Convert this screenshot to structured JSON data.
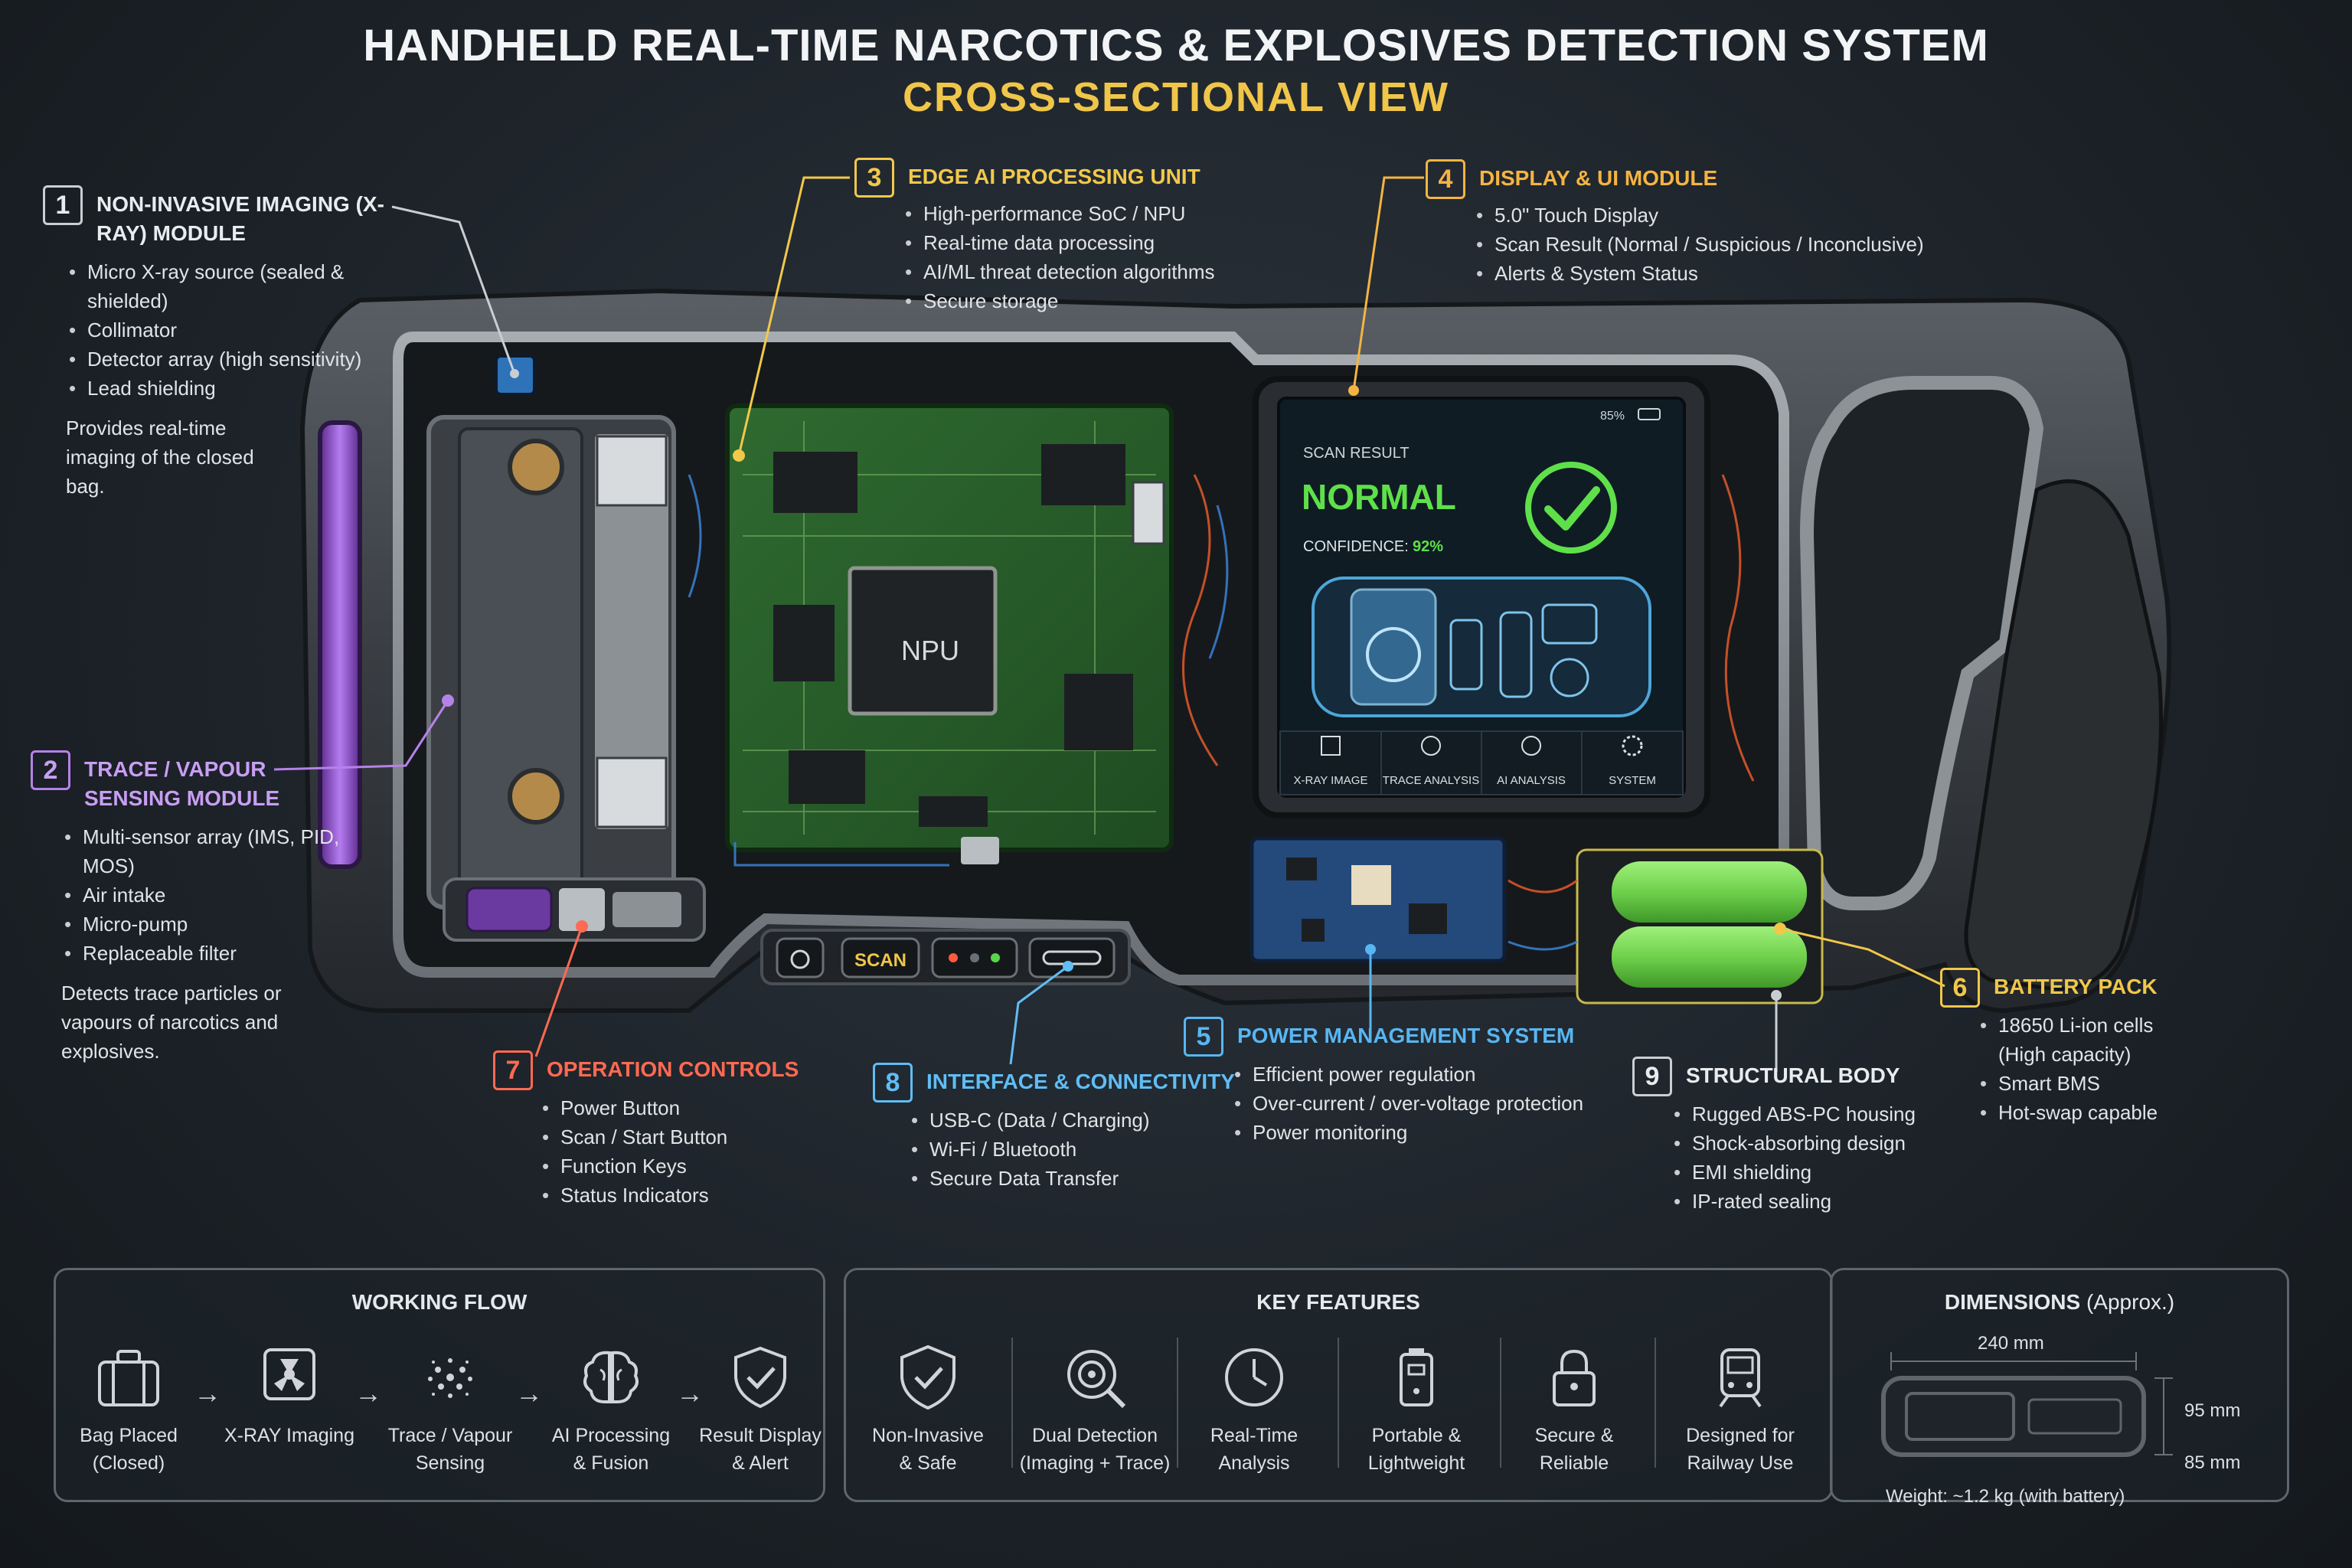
{
  "title": "HANDHELD REAL-TIME NARCOTICS & EXPLOSIVES DETECTION SYSTEM",
  "subtitle": "CROSS-SECTIONAL VIEW",
  "callouts": {
    "c1": {
      "num": "1",
      "title": "NON-INVASIVE IMAGING (X-RAY) MODULE",
      "items": [
        "Micro X-ray source (sealed & shielded)",
        "Collimator",
        "Detector array (high sensitivity)",
        "Lead shielding"
      ],
      "desc": "Provides real-time imaging of the closed bag."
    },
    "c2": {
      "num": "2",
      "title": "TRACE / VAPOUR SENSING MODULE",
      "items": [
        "Multi-sensor array (IMS, PID, MOS)",
        "Air intake",
        "Micro-pump",
        "Replaceable filter"
      ],
      "desc": "Detects trace particles or vapours of narcotics and explosives."
    },
    "c3": {
      "num": "3",
      "title": "EDGE AI PROCESSING UNIT",
      "items": [
        "High-performance SoC / NPU",
        "Real-time data processing",
        "AI/ML threat detection algorithms",
        "Secure storage"
      ]
    },
    "c4": {
      "num": "4",
      "title": "DISPLAY & UI MODULE",
      "items": [
        "5.0\" Touch Display",
        "Scan Result (Normal / Suspicious / Inconclusive)",
        "Alerts & System Status"
      ]
    },
    "c5": {
      "num": "5",
      "title": "POWER MANAGEMENT SYSTEM",
      "items": [
        "Efficient power regulation",
        "Over-current / over-voltage protection",
        "Power monitoring"
      ]
    },
    "c6": {
      "num": "6",
      "title": "BATTERY PACK",
      "items": [
        "18650 Li-ion cells (High capacity)",
        "Smart BMS",
        "Hot-swap capable"
      ]
    },
    "c7": {
      "num": "7",
      "title": "OPERATION CONTROLS",
      "items": [
        "Power Button",
        "Scan / Start Button",
        "Function Keys",
        "Status Indicators"
      ]
    },
    "c8": {
      "num": "8",
      "title": "INTERFACE & CONNECTIVITY",
      "items": [
        "USB-C (Data / Charging)",
        "Wi-Fi / Bluetooth",
        "Secure Data Transfer"
      ]
    },
    "c9": {
      "num": "9",
      "title": "STRUCTURAL BODY",
      "items": [
        "Rugged ABS-PC housing",
        "Shock-absorbing design",
        "EMI shielding",
        "IP-rated sealing"
      ]
    }
  },
  "device": {
    "chip_label": "NPU",
    "scan_button_label": "SCAN",
    "screen": {
      "battery": "85%",
      "scan_result_label": "SCAN RESULT",
      "result": "NORMAL",
      "confidence_label": "CONFIDENCE:",
      "confidence_value": "92%",
      "tabs": [
        "X-RAY IMAGE",
        "TRACE ANALYSIS",
        "AI ANALYSIS",
        "SYSTEM"
      ]
    }
  },
  "working_flow": {
    "title": "WORKING FLOW",
    "steps": [
      {
        "l1": "Bag Placed",
        "l2": "(Closed)",
        "icon": "suitcase-icon"
      },
      {
        "l1": "X-RAY Imaging",
        "l2": "",
        "icon": "xray-fan-icon"
      },
      {
        "l1": "Trace / Vapour",
        "l2": "Sensing",
        "icon": "particles-icon"
      },
      {
        "l1": "AI Processing",
        "l2": "& Fusion",
        "icon": "brain-icon"
      },
      {
        "l1": "Result Display",
        "l2": "& Alert",
        "icon": "shield-check-icon"
      }
    ]
  },
  "key_features": {
    "title": "KEY FEATURES",
    "items": [
      {
        "l1": "Non-Invasive",
        "l2": "& Safe",
        "icon": "shield-check-icon"
      },
      {
        "l1": "Dual Detection",
        "l2": "(Imaging + Trace)",
        "icon": "target-search-icon"
      },
      {
        "l1": "Real-Time",
        "l2": "Analysis",
        "icon": "clock-icon"
      },
      {
        "l1": "Portable &",
        "l2": "Lightweight",
        "icon": "portable-device-icon"
      },
      {
        "l1": "Secure &",
        "l2": "Reliable",
        "icon": "lock-icon"
      },
      {
        "l1": "Designed for",
        "l2": "Railway Use",
        "icon": "train-icon"
      }
    ]
  },
  "dimensions": {
    "title": "DIMENSIONS",
    "title_suffix": "(Approx.)",
    "length": "240 mm",
    "height": "95 mm",
    "depth": "85 mm",
    "weight": "Weight: ~1.2 kg (with battery)"
  }
}
